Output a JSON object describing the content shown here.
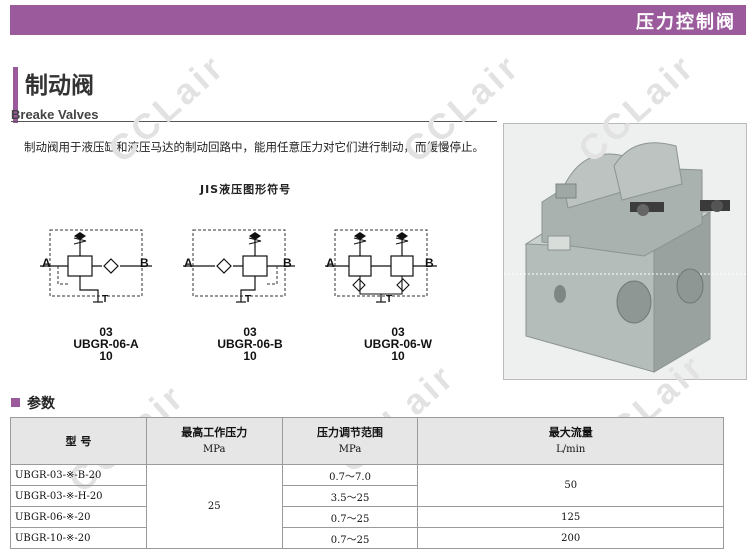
{
  "banner": {
    "title": "压力控制阀"
  },
  "heading": {
    "title": "制动阀",
    "subtitle": "Breake Valves"
  },
  "intro": "制动阀用于液压缸和液压马达的制动回路中，能用任意压力对它们进行制动，而缓慢停止。",
  "jis_title": "JIS液压图形符号",
  "symbols": [
    {
      "port_a": "A",
      "port_b": "B",
      "port_t": "T",
      "label_lines": [
        "03",
        "UBGR-06-A",
        "10"
      ]
    },
    {
      "port_a": "A",
      "port_b": "B",
      "port_t": "T",
      "label_lines": [
        "03",
        "UBGR-06-B",
        "10"
      ]
    },
    {
      "port_a": "A",
      "port_b": "B",
      "port_t": "T",
      "label_lines": [
        "03",
        "UBGR-06-W",
        "10"
      ]
    }
  ],
  "watermark": "CCLair",
  "params_title": "参数",
  "table": {
    "headers": [
      {
        "main": "型  号",
        "unit": ""
      },
      {
        "main": "最高工作压力",
        "unit": "MPa"
      },
      {
        "main": "压力调节范围",
        "unit": "MPa"
      },
      {
        "main": "最大流量",
        "unit": "L/min"
      }
    ],
    "rows": [
      {
        "model": "UBGR-03-※-B-20",
        "range": "0.7～7.0"
      },
      {
        "model": "UBGR-03-※-H-20",
        "range": "3.5～25"
      },
      {
        "model": "UBGR-06-※-20",
        "range": "0.7～25"
      },
      {
        "model": "UBGR-10-※-20",
        "range": "0.7～25"
      }
    ],
    "max_pressure": "25",
    "flows": [
      "50",
      "125",
      "200"
    ]
  }
}
